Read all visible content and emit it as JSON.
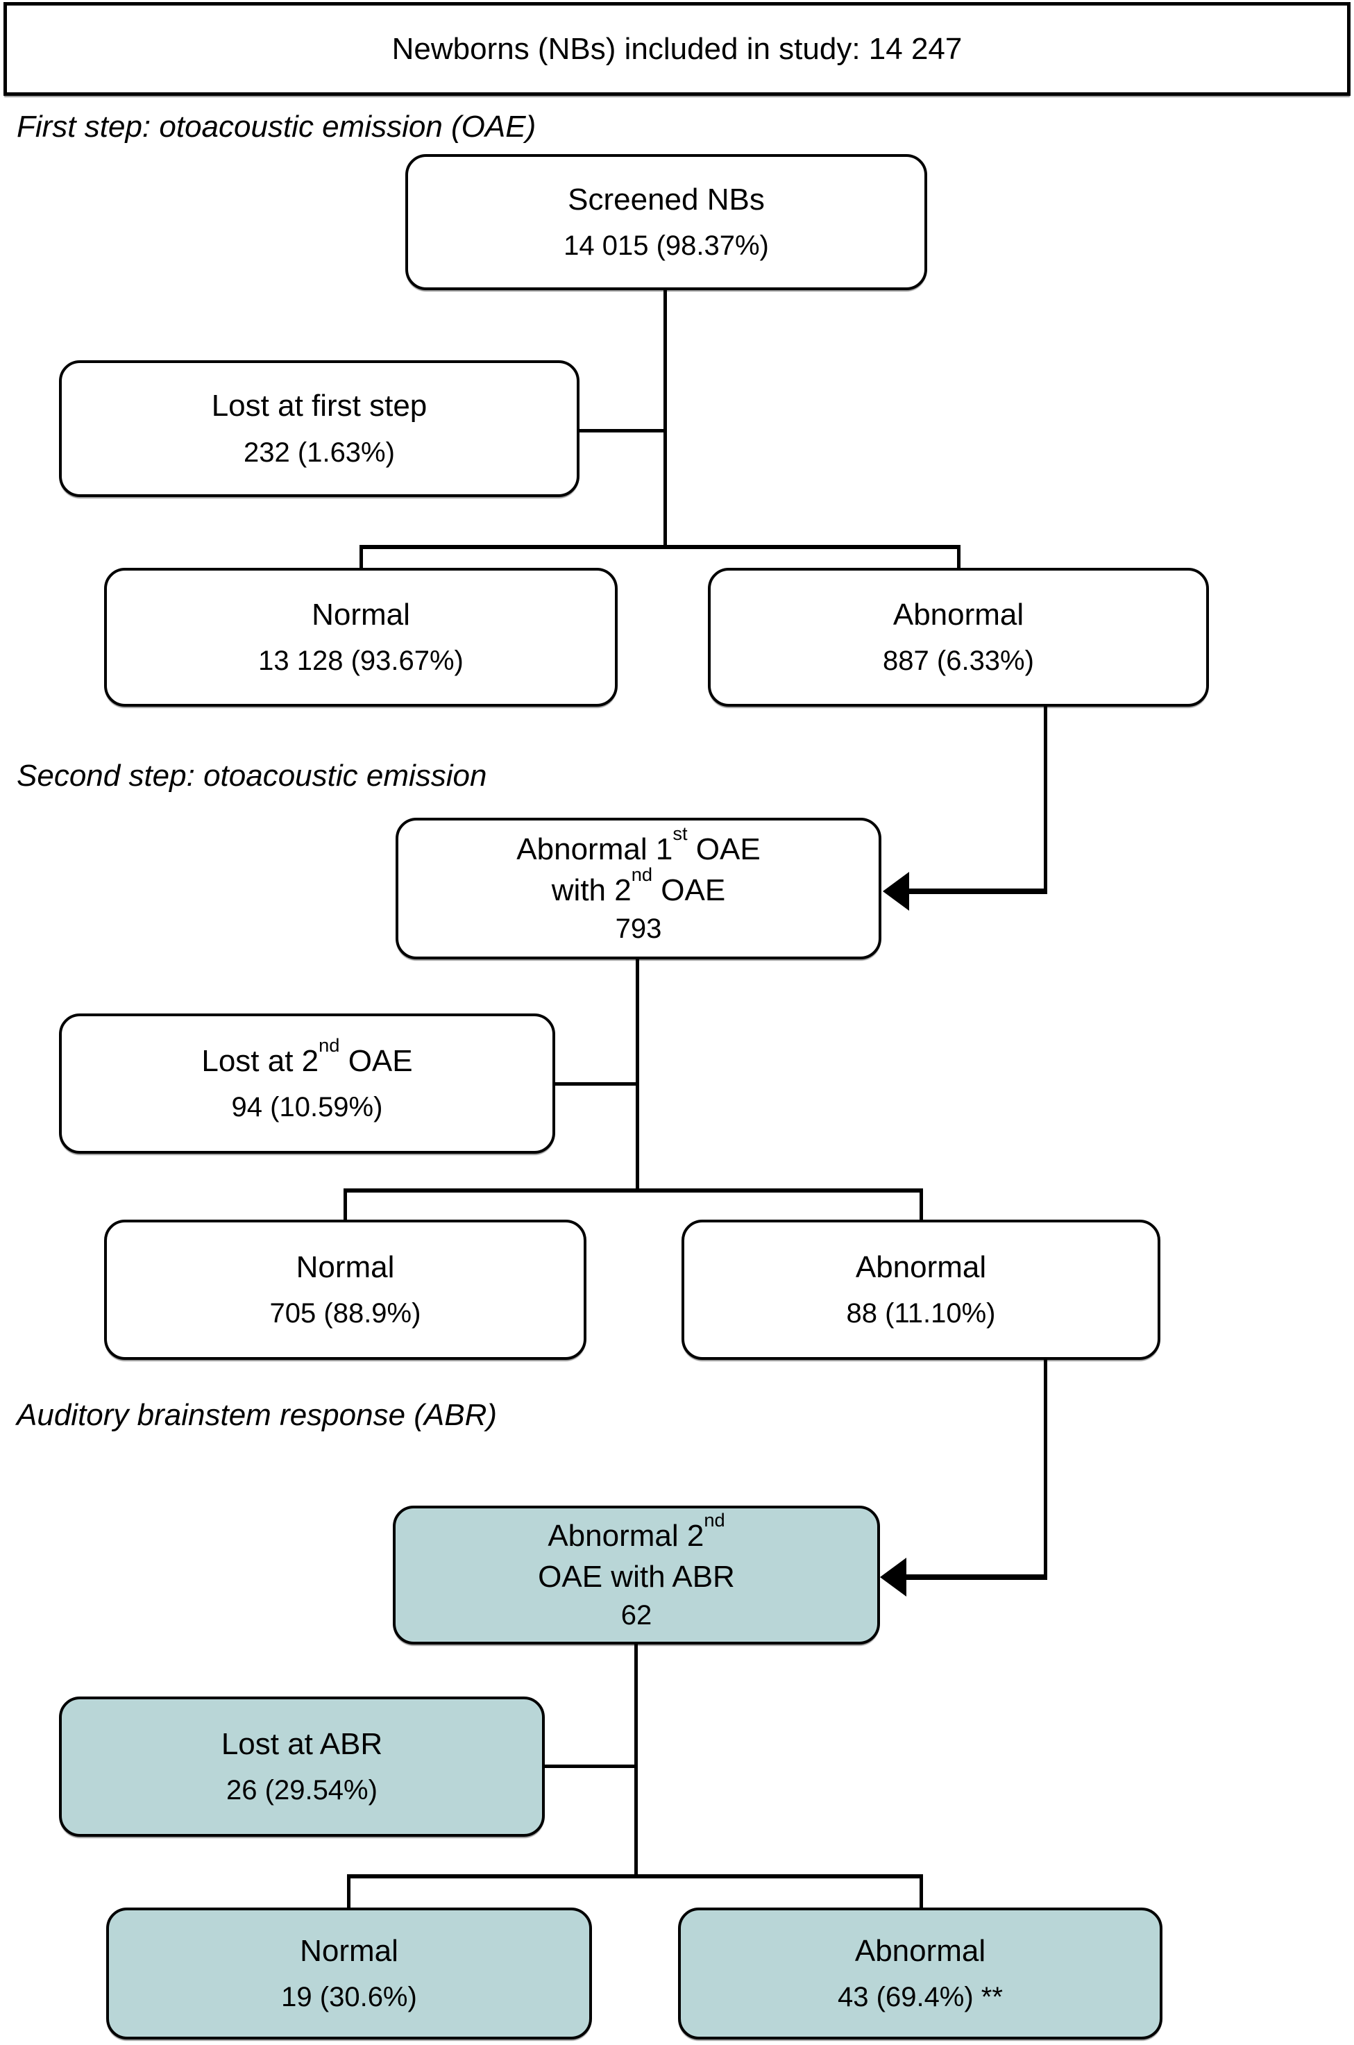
{
  "banner": {
    "text": "Newborns (NBs) included in study: 14 247"
  },
  "labels": {
    "first_step": "First step: otoacoustic emission (OAE)",
    "second_step": "Second step: otoacoustic emission",
    "abr": "Auditory brainstem response (ABR)"
  },
  "boxes": {
    "screened": {
      "title": "Screened NBs",
      "value": "14 015 (98.37%)"
    },
    "lost_first": {
      "title": "Lost at first step",
      "value": "232 (1.63%)"
    },
    "normal1": {
      "title": "Normal",
      "value": "13 128 (93.67%)"
    },
    "abnormal1": {
      "title": "Abnormal",
      "value": "887 (6.33%)"
    },
    "oae2": {
      "l1a": "Abnormal 1",
      "l1sup": "st",
      "l1b": " OAE",
      "l2a": "with 2",
      "l2sup": "nd",
      "l2b": " OAE",
      "value": "793"
    },
    "lost_oae2": {
      "l1a": "Lost at 2",
      "l1sup": "nd",
      "l1b": " OAE",
      "value": "94 (10.59%)"
    },
    "normal2": {
      "title": "Normal",
      "value": "705 (88.9%)"
    },
    "abnormal2": {
      "title": "Abnormal",
      "value": "88 (11.10%)"
    },
    "abr": {
      "l1a": "Abnormal 2",
      "l1sup": "nd",
      "l2": "OAE with ABR",
      "value": "62"
    },
    "lost_abr": {
      "title": "Lost at ABR",
      "value": "26 (29.54%)"
    },
    "normal3": {
      "title": "Normal",
      "value": "19 (30.6%)"
    },
    "abnormal3": {
      "title": "Abnormal",
      "value": "43 (69.4%) **"
    }
  },
  "colors": {
    "highlight_fill": "#b9d6d7",
    "box_fill": "#ffffff",
    "stroke": "#000000"
  }
}
